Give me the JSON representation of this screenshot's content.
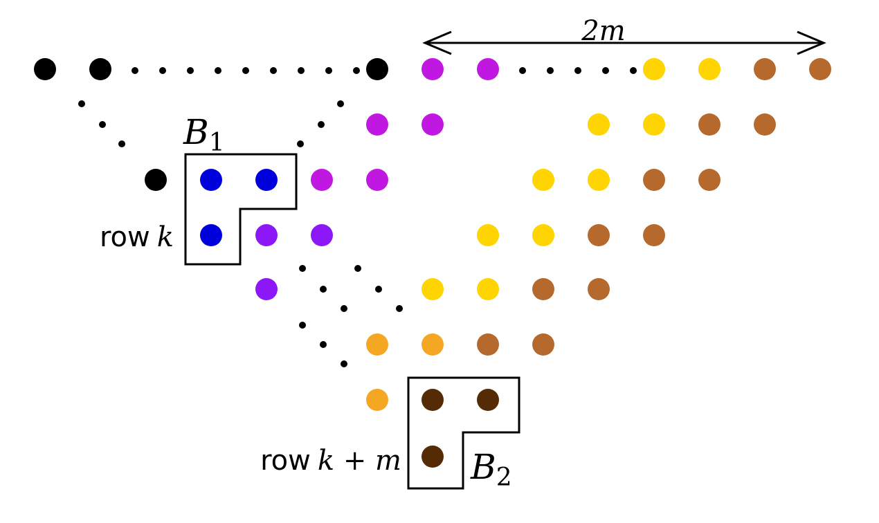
{
  "labels": {
    "width_label": "2m",
    "b1_letter": "B",
    "b1_sub": "1",
    "b2_letter": "B",
    "b2_sub": "2",
    "row_k_word": "row",
    "row_k_var": "k",
    "row_km_word": "row",
    "row_km_expr": "k + m"
  },
  "colors": {
    "black": "#000000",
    "blue": "#0000dd",
    "magenta": "#c018e0",
    "violet": "#8c18f8",
    "yellow": "#ffd400",
    "orange": "#f5a623",
    "copper": "#b5692d",
    "dark_brown": "#552b06"
  }
}
